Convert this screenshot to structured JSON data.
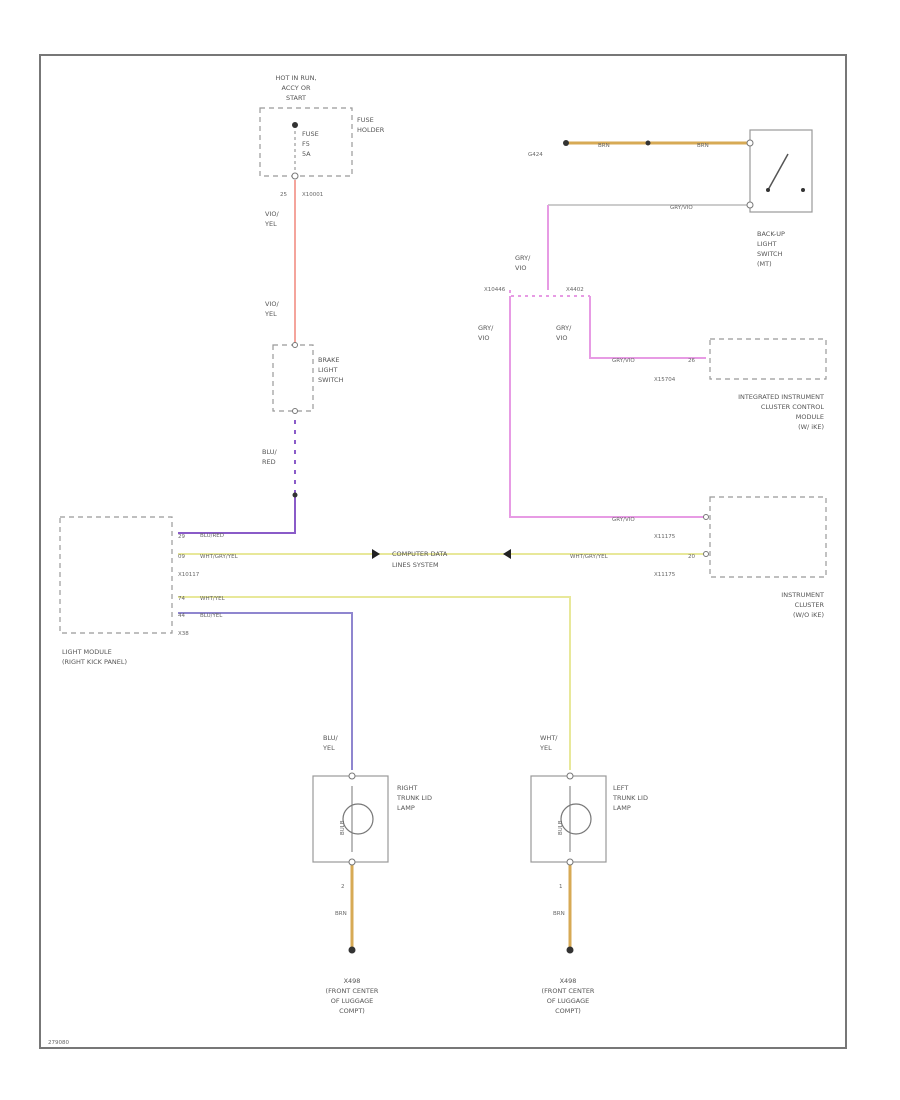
{
  "fuse": {
    "top": [
      "HOT IN RUN,",
      "ACCY OR",
      "START"
    ],
    "holder": [
      "FUSE",
      "HOLDER"
    ],
    "inner": [
      "FUSE",
      "F5",
      "5A"
    ],
    "pin": "25",
    "conn": "X10001"
  },
  "wire_fuse_brake": {
    "top": [
      "VIO/",
      "YEL"
    ],
    "bottom": [
      "VIO/",
      "YEL"
    ]
  },
  "brake_switch": {
    "label": [
      "BRAKE",
      "LIGHT",
      "SWITCH"
    ]
  },
  "wire_brake_lm": {
    "label": [
      "BLU/",
      "RED"
    ],
    "run": "BLU/RED"
  },
  "ground_g424": {
    "label": "G424",
    "left": "BRN",
    "right": "BRN"
  },
  "backup_switch": {
    "label": [
      "BACK-UP",
      "LIGHT",
      "SWITCH",
      "(MT)"
    ],
    "wire": "GRY/VIO"
  },
  "splice": {
    "left": "X10446",
    "right": "X4402",
    "wire_left": [
      "GRY/",
      "VIO"
    ],
    "wire_right": [
      "GRY/",
      "VIO"
    ],
    "upper": [
      "GRY/",
      "VIO"
    ]
  },
  "iccm": {
    "label": [
      "INTEGRATED INSTRUMENT",
      "CLUSTER CONTROL",
      "MODULE",
      "(W/ iKE)"
    ],
    "wire": "GRY/VIO",
    "pin": "26",
    "conn": "X15704"
  },
  "ic": {
    "label": [
      "INSTRUMENT",
      "CLUSTER",
      "(W/O iKE)"
    ],
    "wire_top": "GRY/VIO",
    "wire_bus": "WHT/GRY/YEL",
    "pin_bus": "20",
    "conn_top": "X11175",
    "conn_bot": "X11175"
  },
  "bus": {
    "label": [
      "COMPUTER DATA",
      "LINES SYSTEM"
    ]
  },
  "light_module": {
    "label": [
      "LIGHT MODULE",
      "(RIGHT KICK PANEL)"
    ],
    "pins": [
      "29",
      "09",
      "74",
      "44"
    ],
    "conn_a": "X10117",
    "conn_b": "X38",
    "wires": [
      "BLU/RED",
      "WHT/GRY/YEL",
      "WHT/YEL",
      "BLU/YEL"
    ]
  },
  "right_lamp": {
    "label": [
      "RIGHT",
      "TRUNK LID",
      "LAMP"
    ],
    "wire_top": [
      "BLU/",
      "YEL"
    ],
    "wire_bot": "BRN",
    "pin_bot": "2",
    "ground": [
      "X498",
      "(FRONT CENTER",
      "OF LUGGAGE",
      "COMPT)"
    ],
    "inner": "BULB"
  },
  "left_lamp": {
    "label": [
      "LEFT",
      "TRUNK LID",
      "LAMP"
    ],
    "wire_top": [
      "WHT/",
      "YEL"
    ],
    "wire_bot": "BRN",
    "pin_bot": "1",
    "ground": [
      "X498",
      "(FRONT CENTER",
      "OF LUGGAGE",
      "COMPT)"
    ],
    "inner": "BULB"
  },
  "footer": {
    "code": "279080"
  },
  "colors": {
    "red": "#f4a49c",
    "violet": "#8a5bc8",
    "blue": "#8f86cf",
    "yellow": "#e8e89a",
    "pink": "#e79be4",
    "brown": "#d7aa55",
    "gray": "#bbbbbb"
  }
}
